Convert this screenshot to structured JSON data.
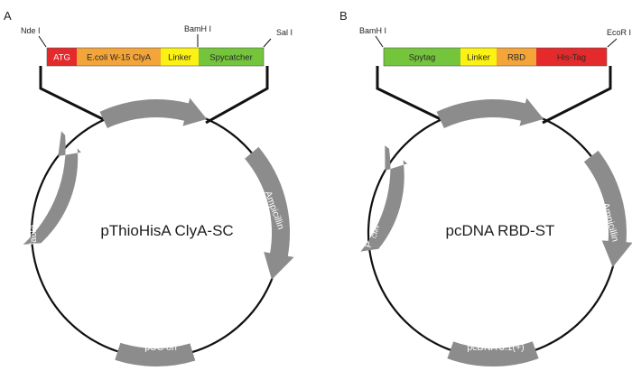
{
  "colors": {
    "red": "#e52a2b",
    "orange": "#f3a53a",
    "yellow": "#fbf112",
    "green": "#74c53b",
    "arrow_grey": "#8c8c8c",
    "line": "#111111"
  },
  "panels": [
    {
      "letter": "A",
      "plasmid_name": "pThioHisA ClyA-SC",
      "sites": {
        "left": "Nde I",
        "middle": "BamH I",
        "right": "Sal I"
      },
      "segments": [
        {
          "label": "ATG",
          "color": "red"
        },
        {
          "label": "E.coli W-15 ClyA",
          "color": "orange"
        },
        {
          "label": "Linker",
          "color": "yellow"
        },
        {
          "label": "Spycatcher",
          "color": "green"
        }
      ],
      "features": {
        "left": "lacIq",
        "right": "Ampicillin",
        "bottom": "pUC ori"
      }
    },
    {
      "letter": "B",
      "plasmid_name": "pcDNA RBD-ST",
      "sites": {
        "left": "BamH I",
        "right": "EcoR I"
      },
      "segments": [
        {
          "label": "Spytag",
          "color": "green"
        },
        {
          "label": "Linker",
          "color": "yellow"
        },
        {
          "label": "RBD",
          "color": "orange"
        },
        {
          "label": "His-Tag",
          "color": "red"
        }
      ],
      "features": {
        "left_main": "P",
        "left_sub": "CMV",
        "right": "Ampicillin",
        "bottom": "pcDNA 3.1(+)"
      }
    }
  ]
}
